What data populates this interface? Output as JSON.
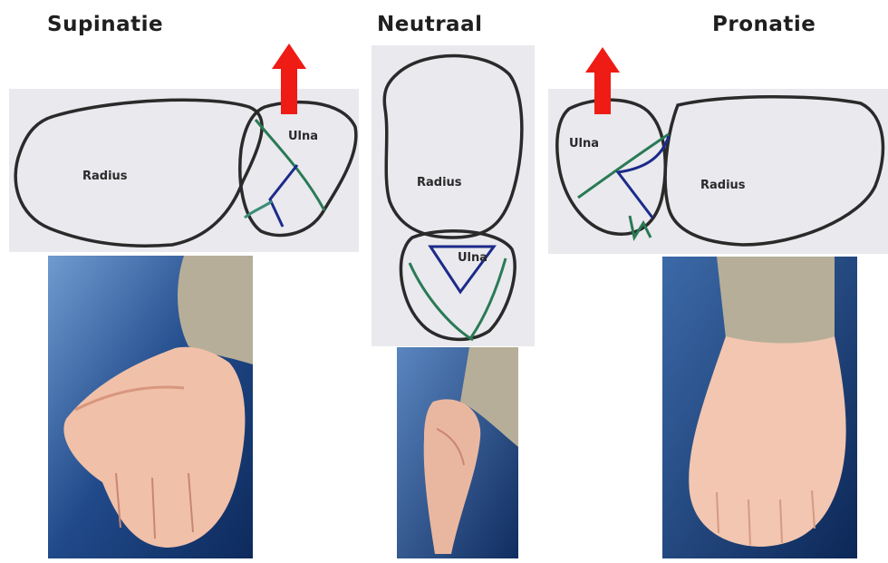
{
  "headings": {
    "supination": "Supinatie",
    "neutral": "Neutraal",
    "pronation": "Pronatie"
  },
  "labels": {
    "radius": "Radius",
    "ulna": "Ulna"
  },
  "colors": {
    "panel_bg": "#e9e9ee",
    "bone_outline": "#2a2a2a",
    "arrow": "#ee1c14",
    "line_green": "#2a7a55",
    "line_blue": "#1c2a8a",
    "photo_bg": "#1d3f7a",
    "skin": "#f0c0a8",
    "sleeve": "#b6ae98"
  },
  "icons": [
    "up-arrow-icon"
  ]
}
